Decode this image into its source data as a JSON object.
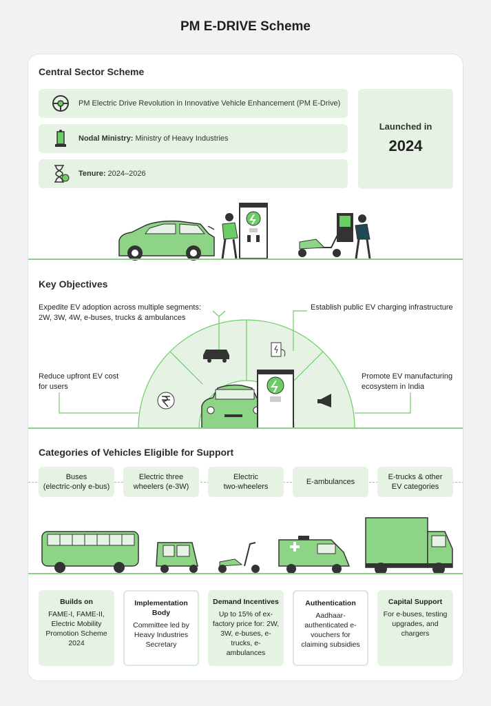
{
  "page_title": "PM E-DRIVE Scheme",
  "central": {
    "title": "Central Sector Scheme",
    "items": [
      {
        "label": "",
        "text": "PM Electric Drive Revolution in Innovative Vehicle Enhancement (PM E-Drive)",
        "icon": "steering-wheel-icon"
      },
      {
        "label": "Nodal Ministry:",
        "text": "Ministry of Heavy Industries",
        "icon": "building-pillar-icon"
      },
      {
        "label": "Tenure:",
        "text": "2024–2026",
        "icon": "hourglass-icon"
      }
    ],
    "launch_label": "Launched in",
    "launch_year": "2024"
  },
  "objectives": {
    "title": "Key Objectives",
    "items": [
      "Expedite EV adoption across multiple segments: 2W, 3W, 4W, e-buses, trucks & ambulances",
      "Establish public EV charging infrastructure",
      "Reduce upfront EV cost for users",
      "Promote EV manufacturing ecosystem in India"
    ],
    "line1a": "Expedite EV adoption across multiple segments:",
    "line1b": "2W, 3W, 4W, e-buses, trucks & ambulances",
    "line3a": "Reduce upfront EV cost",
    "line3b": "for users",
    "line4a": "Promote EV manufacturing",
    "line4b": "ecosystem in India"
  },
  "categories": {
    "title": "Categories of Vehicles Eligible for Support",
    "items": [
      {
        "l1": "Buses",
        "l2": "(electric-only e-bus)"
      },
      {
        "l1": "Electric three",
        "l2": "wheelers (e-3W)"
      },
      {
        "l1": "Electric",
        "l2": "two-wheelers"
      },
      {
        "l1": "E-ambulances",
        "l2": ""
      },
      {
        "l1": "E-trucks & other",
        "l2": "EV categories"
      }
    ]
  },
  "features": [
    {
      "head": "Builds on",
      "body": "FAME-I, FAME-II, Electric Mobility Promotion Scheme 2024"
    },
    {
      "head": "Implementation Body",
      "body": "Committee led by Heavy Industries Secretary"
    },
    {
      "head": "Demand Incentives",
      "body": "Up to 15% of ex-factory price for: 2W, 3W, e-buses, e-trucks, e-ambulances"
    },
    {
      "head": "Authentication",
      "body": "Aadhaar-authenticated e-vouchers for claiming subsidies"
    },
    {
      "head": "Capital Support",
      "body": "For e-buses, testing upgrades, and chargers"
    }
  ],
  "colors": {
    "accent": "#6ccd64",
    "light": "#e6f3e4",
    "dark": "#1f1f1f"
  }
}
